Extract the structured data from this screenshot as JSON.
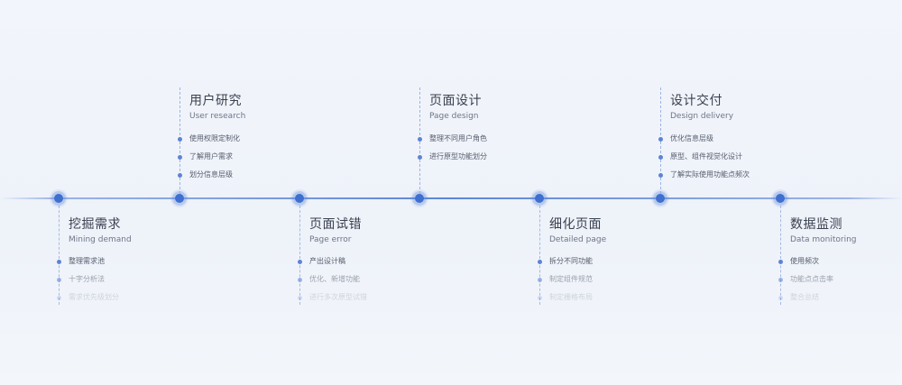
{
  "stages": [
    {
      "title": "挖掘需求",
      "subtitle": "Mining demand",
      "items": [
        "整理需求池",
        "十字分析法",
        "需求优先级划分"
      ]
    },
    {
      "title": "用户研究",
      "subtitle": "User research",
      "items": [
        "使用权限定制化",
        "了解用户需求",
        "划分信息层级"
      ]
    },
    {
      "title": "页面试错",
      "subtitle": "Page error",
      "items": [
        "产出设计稿",
        "优化、新增功能",
        "进行多次原型试错"
      ]
    },
    {
      "title": "页面设计",
      "subtitle": "Page design",
      "items": [
        "整理不同用户角色",
        "进行原型功能划分"
      ]
    },
    {
      "title": "细化页面",
      "subtitle": "Detailed page",
      "items": [
        "拆分不同功能",
        "制定组件规范",
        "制定栅格布局"
      ]
    },
    {
      "title": "设计交付",
      "subtitle": "Design delivery",
      "items": [
        "优化信息层级",
        "原型、组件视觉化设计",
        "了解实际使用功能点频次"
      ]
    },
    {
      "title": "数据监测",
      "subtitle": "Data monitoring",
      "items": [
        "使用频次",
        "功能点点击率",
        "整合总结"
      ]
    }
  ],
  "colors": {
    "accent": "#3f6fcf",
    "line": "#5b86d6"
  }
}
